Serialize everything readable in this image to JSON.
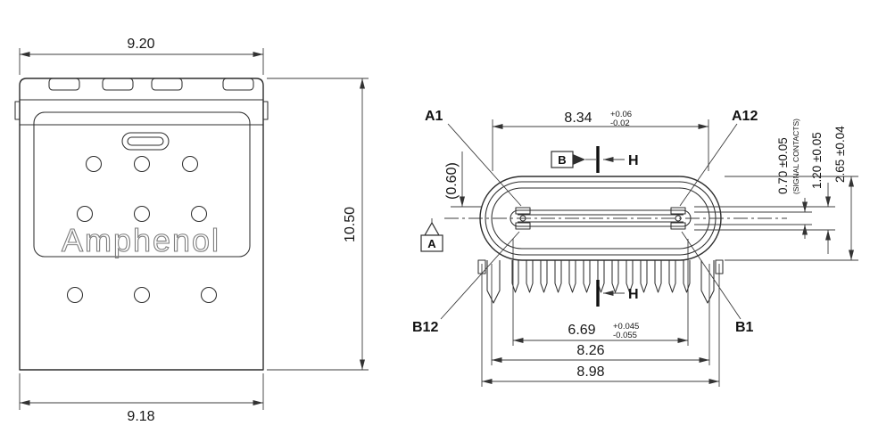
{
  "brand": "Amphenol",
  "front_view": {
    "dim_width_top": "9.20",
    "dim_height": "10.50",
    "dim_width_bottom": "9.18"
  },
  "section_view": {
    "labels": {
      "a1": "A1",
      "a12": "A12",
      "b12": "B12",
      "b1": "B1",
      "datum_a": "A",
      "datum_b": "B",
      "section": "H"
    },
    "dim_shell_width": {
      "value": "8.34",
      "tol_plus": "+0.06",
      "tol_minus": "-0.02"
    },
    "dim_offset": "(0.60)",
    "dim_contact_span": {
      "value": "6.69",
      "tol_plus": "+0.045",
      "tol_minus": "-0.055"
    },
    "dim_pad_span": "8.26",
    "dim_leg_span": "8.98",
    "dim_contact_height": {
      "value": "0.70 ±0.05",
      "note": "(SIGNAL CONTACTS)"
    },
    "dim_tongue_height": "1.20 ±0.05",
    "dim_shell_height": "2.65 ±0.04"
  }
}
